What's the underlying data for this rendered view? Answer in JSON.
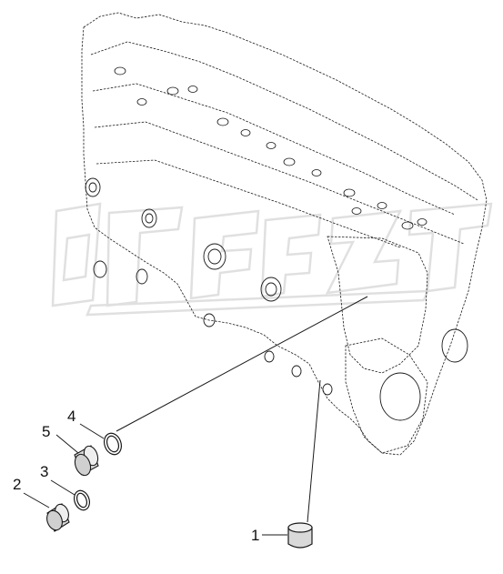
{
  "diagram": {
    "corner_mark": "",
    "callouts": [
      {
        "id": "1",
        "label": "1"
      },
      {
        "id": "2",
        "label": "2"
      },
      {
        "id": "3",
        "label": "3"
      },
      {
        "id": "4",
        "label": "4"
      },
      {
        "id": "5",
        "label": "5"
      }
    ]
  },
  "colors": {
    "line": "#1a1a1a",
    "watermark": "#e6e6e6",
    "part_fill": "#d9d9d9",
    "background": "#ffffff"
  }
}
